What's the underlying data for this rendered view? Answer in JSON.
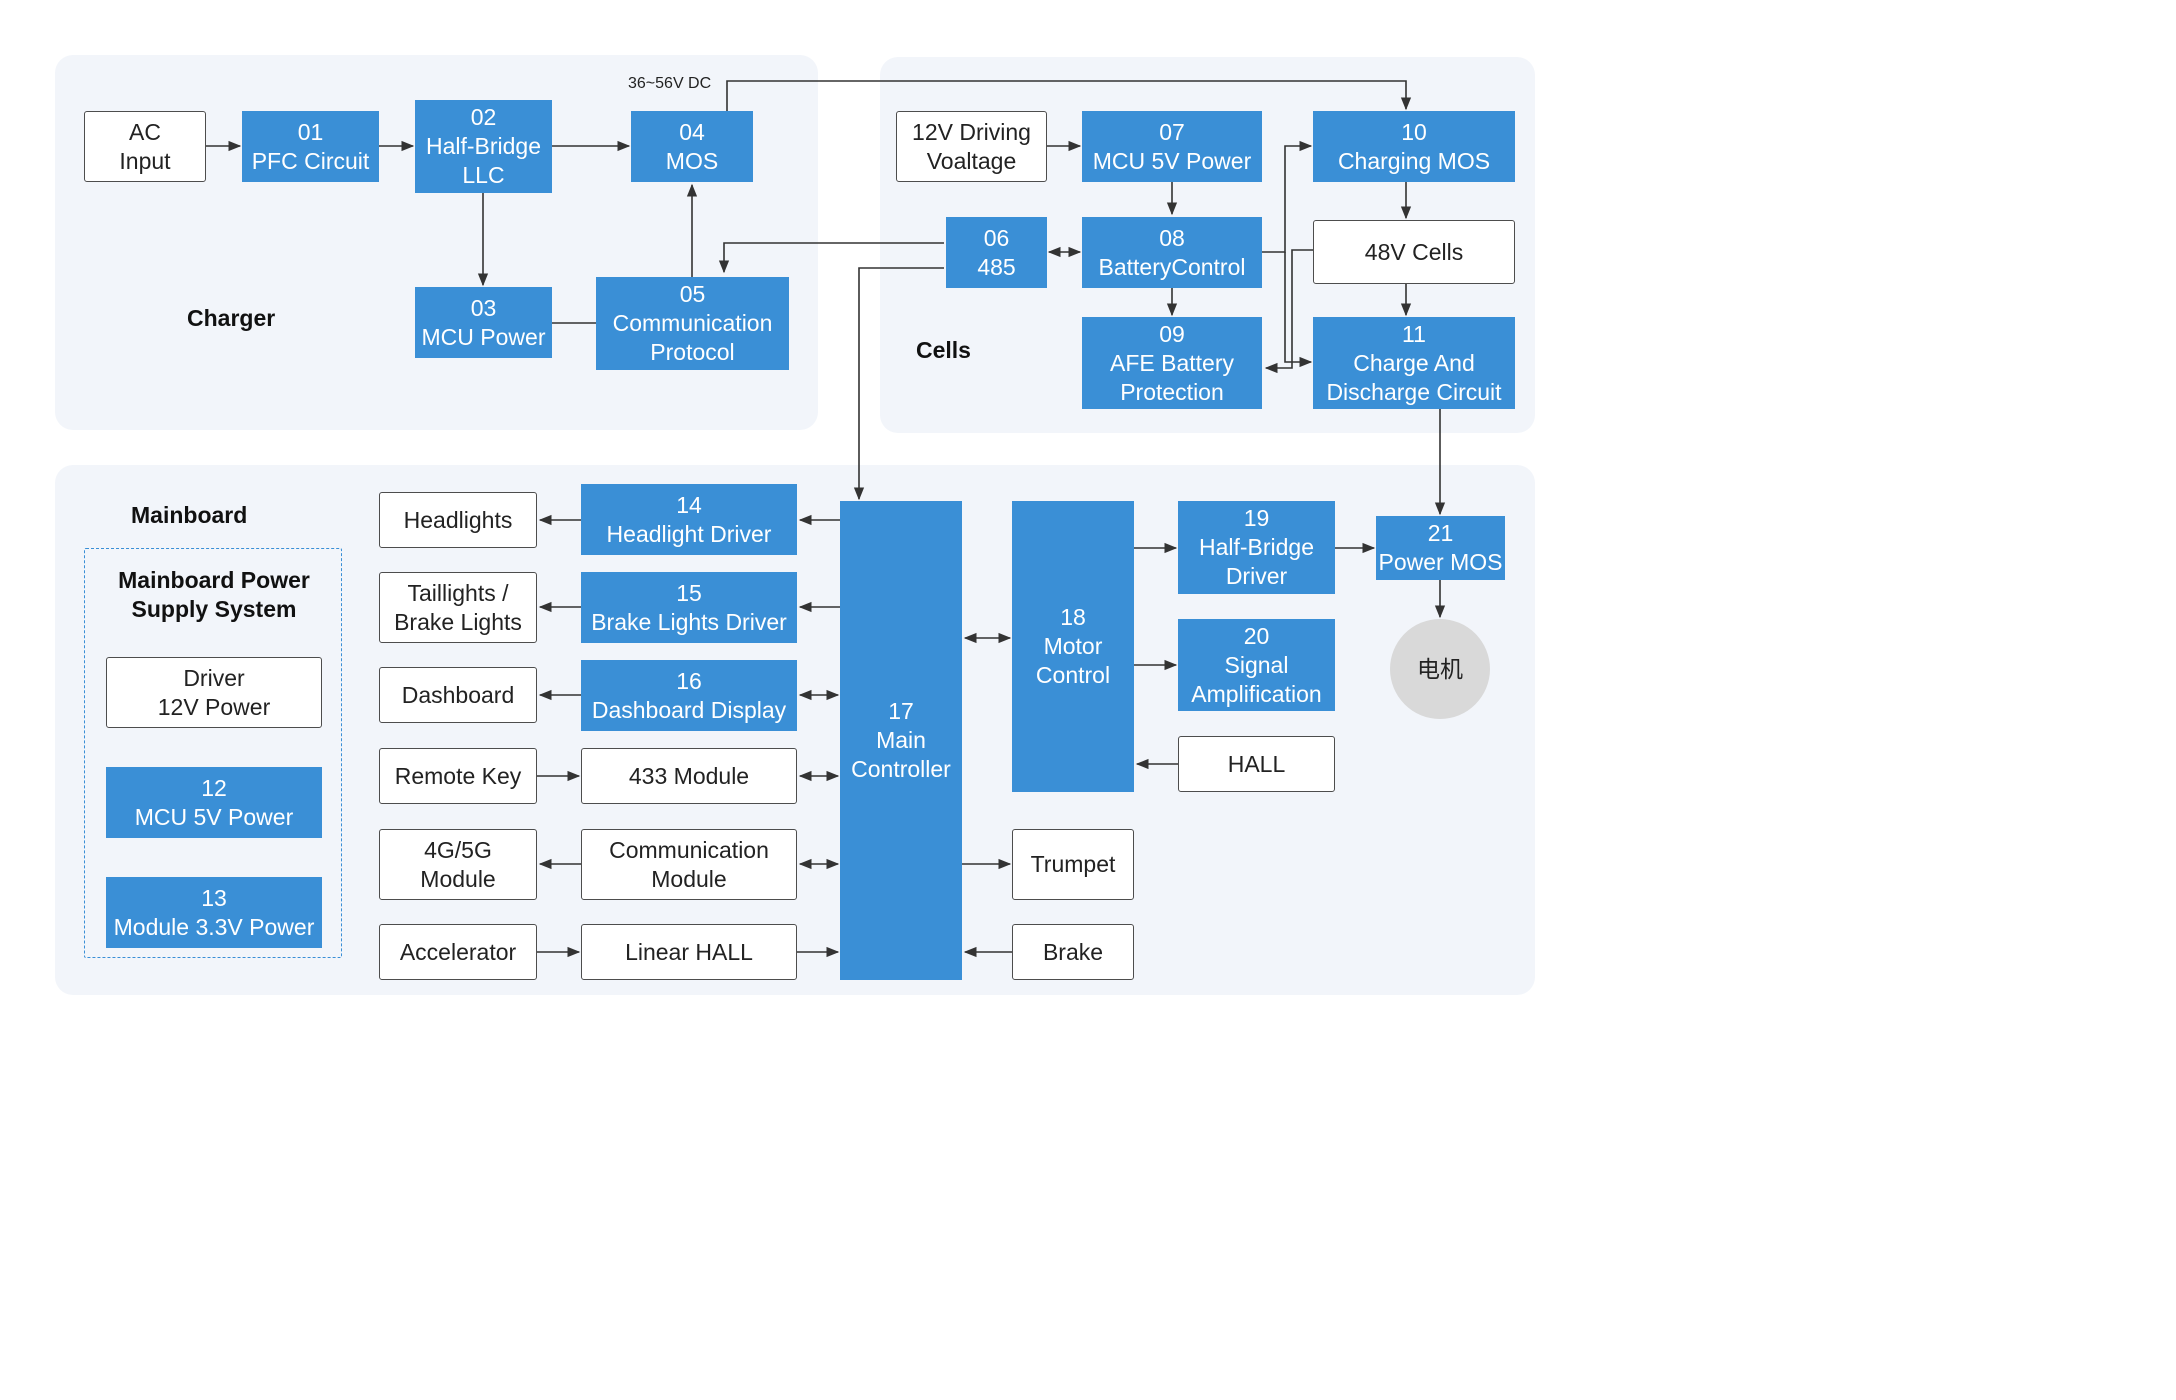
{
  "sections": {
    "charger": "Charger",
    "cells": "Cells",
    "mainboard": "Mainboard",
    "power_supply": "Mainboard Power\nSupply System"
  },
  "voltage_note": "36~56V DC",
  "blocks": {
    "ac_input": "AC\nInput",
    "b01": "01\nPFC Circuit",
    "b02": "02\nHalf-Bridge\nLLC",
    "b03": "03\nMCU Power",
    "b04": "04\nMOS",
    "b05": "05\nCommunication\nProtocol",
    "drv12v": "12V Driving\nVoaltage",
    "b06": "06\n485",
    "b07": "07\nMCU 5V Power",
    "b08": "08\nBatteryControl",
    "b09": "09\nAFE Battery\nProtection",
    "b10": "10\nCharging MOS",
    "cells48": "48V Cells",
    "b11": "11\nCharge And\nDischarge Circuit",
    "pwr12v": "Driver\n12V Power",
    "b12": "12\nMCU 5V Power",
    "b13": "13\nModule 3.3V Power",
    "headlights": "Headlights",
    "taillights": "Taillights /\nBrake Lights",
    "dashboard": "Dashboard",
    "remote_key": "Remote Key",
    "modem": "4G/5G\nModule",
    "accelerator": "Accelerator",
    "b14": "14\nHeadlight Driver",
    "b15": "15\nBrake Lights Driver",
    "b16": "16\nDashboard Display",
    "m433": "433 Module",
    "comm_module": "Communication\nModule",
    "linear_hall": "Linear HALL",
    "b17": "17\nMain\nController",
    "b18": "18\nMotor\nControl",
    "trumpet": "Trumpet",
    "brake": "Brake",
    "b19": "19\nHalf-Bridge\nDriver",
    "b20": "20\nSignal\nAmplification",
    "hall": "HALL",
    "b21": "21\nPower MOS",
    "motor": "电机"
  },
  "colors": {
    "block_fill": "#3a8fd6",
    "panel_fill": "#f2f5fa",
    "wire": "#333333",
    "motor_fill": "#d9d9d9"
  }
}
